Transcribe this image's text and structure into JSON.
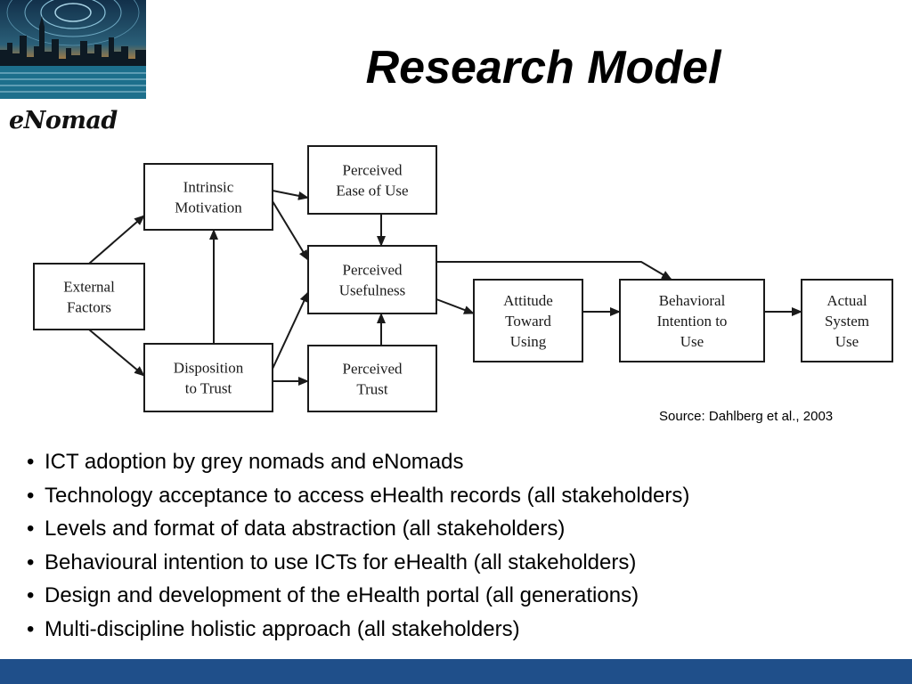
{
  "header": {
    "title": "Research Model",
    "logo_caption": "eNomad"
  },
  "diagram": {
    "nodes": [
      {
        "id": "external",
        "lines": [
          "External",
          "Factors"
        ]
      },
      {
        "id": "intrinsic",
        "lines": [
          "Intrinsic",
          "Motivation"
        ]
      },
      {
        "id": "disposition",
        "lines": [
          "Disposition",
          "to Trust"
        ]
      },
      {
        "id": "ease",
        "lines": [
          "Perceived",
          "Ease of Use"
        ]
      },
      {
        "id": "useful",
        "lines": [
          "Perceived",
          "Usefulness"
        ]
      },
      {
        "id": "trust",
        "lines": [
          "Perceived",
          "Trust"
        ]
      },
      {
        "id": "attitude",
        "lines": [
          "Attitude",
          "Toward",
          "Using"
        ]
      },
      {
        "id": "intention",
        "lines": [
          "Behavioral",
          "Intention to",
          "Use"
        ]
      },
      {
        "id": "actual",
        "lines": [
          "Actual",
          "System",
          "Use"
        ]
      }
    ],
    "edges": [
      {
        "from": "external",
        "to": "intrinsic"
      },
      {
        "from": "external",
        "to": "disposition"
      },
      {
        "from": "disposition",
        "to": "intrinsic"
      },
      {
        "from": "intrinsic",
        "to": "ease"
      },
      {
        "from": "intrinsic",
        "to": "useful"
      },
      {
        "from": "disposition",
        "to": "useful"
      },
      {
        "from": "disposition",
        "to": "trust"
      },
      {
        "from": "ease",
        "to": "useful"
      },
      {
        "from": "trust",
        "to": "useful"
      },
      {
        "from": "useful",
        "to": "attitude"
      },
      {
        "from": "useful",
        "to": "intention"
      },
      {
        "from": "attitude",
        "to": "intention"
      },
      {
        "from": "intention",
        "to": "actual"
      }
    ],
    "source": "Source: Dahlberg et al., 2003"
  },
  "bullets": [
    "ICT adoption by grey nomads and eNomads",
    "Technology acceptance to access eHealth records (all stakeholders)",
    "Levels and format of data abstraction (all stakeholders)",
    "Behavioural intention to use ICTs for eHealth (all stakeholders)",
    "Design and development of the eHealth portal (all generations)",
    "Multi-discipline holistic approach (all stakeholders)"
  ],
  "colors": {
    "footer_bar": "#1f4f8a",
    "logo_sky": "#e08a2a",
    "logo_water": "#1d6f8c"
  }
}
